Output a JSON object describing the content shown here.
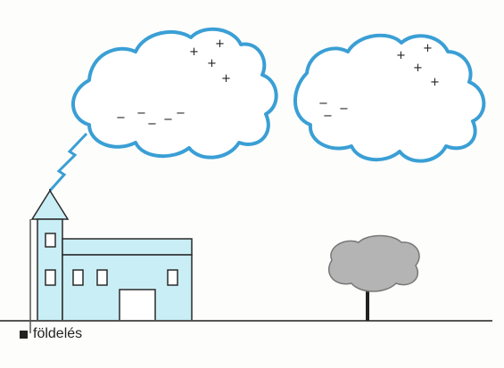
{
  "labels": {
    "grounding": "földelés"
  },
  "clouds": [
    {
      "id": "left-cloud",
      "signs": [
        "+",
        "+",
        "+",
        "+",
        "−",
        "−",
        "−",
        "−",
        "−"
      ]
    },
    {
      "id": "right-cloud",
      "signs": [
        "+",
        "+",
        "+",
        "+",
        "−",
        "−",
        "−"
      ]
    }
  ],
  "colors": {
    "cloud_outline": "#3a9fd5",
    "building_fill": "#c9eef5",
    "outline": "#2a2a2a",
    "tree_crown": "#b4b4b4",
    "ground": "#555555",
    "lightning": "#3a9fd5"
  }
}
